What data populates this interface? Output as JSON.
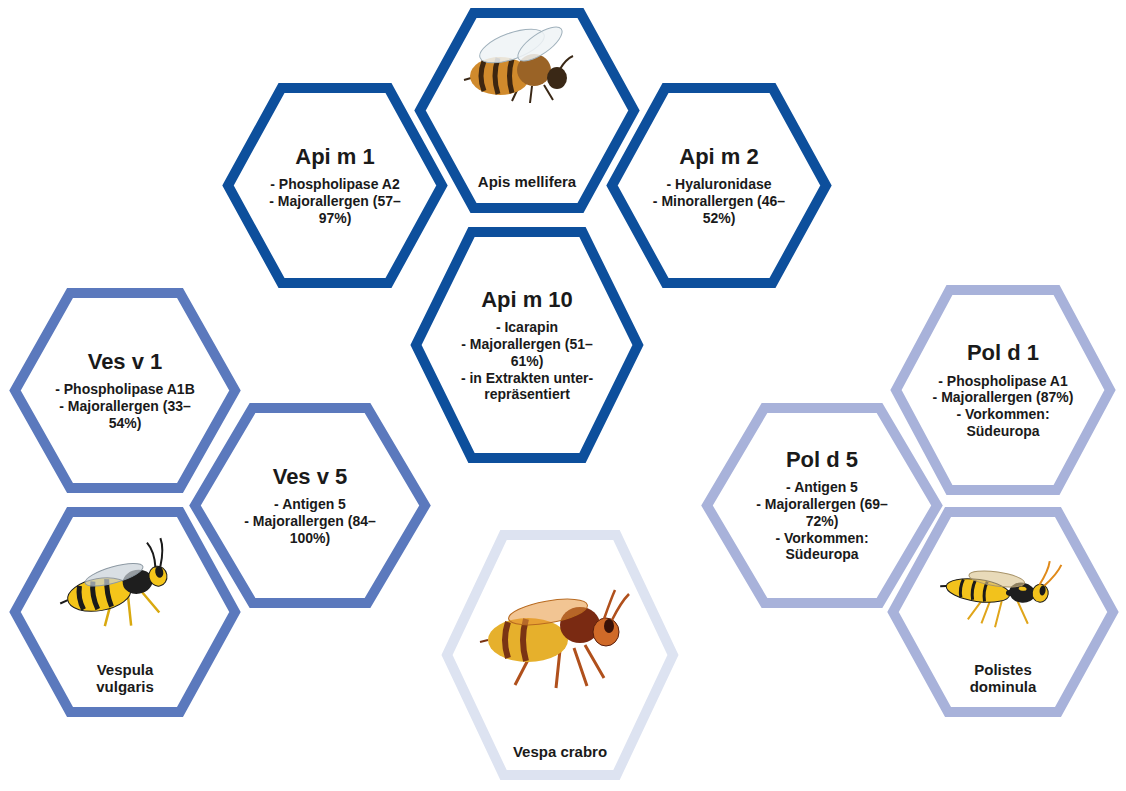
{
  "diagram": {
    "nodes": [
      {
        "text": [
          "Apis mellifera"
        ]
      },
      {
        "text": [
          "Api m 1",
          "- Phospholipase A2",
          "- Majorallergen (57–97%)"
        ]
      },
      {
        "text": [
          "Api m 2",
          "- Hyaluronidase",
          "- Minorallergen (46–52%)"
        ]
      },
      {
        "text": [
          "Api m 10",
          "- Icarapin",
          "- Majorallergen (51–61%)",
          "- in Extrakten unter-repräsentiert"
        ]
      },
      {
        "text": [
          "Ves v 1",
          "- Phospholipase A1B",
          "- Majorallergen (33–54%)"
        ]
      },
      {
        "text": [
          "Pol d 1",
          "- Phospholipase A1",
          "- Majorallergen (87%)",
          "- Vorkommen: Südeuropa"
        ]
      },
      {
        "text": [
          "Ves v 5",
          "- Antigen 5",
          "- Majorallergen (84–100%)"
        ]
      },
      {
        "text": [
          "Pol d 5",
          "- Antigen 5",
          "- Majorallergen (69–72%)",
          "- Vorkommen: Südeuropa"
        ]
      },
      {
        "text": [
          "Vespula vulgaris"
        ]
      },
      {
        "text": [
          "Polistes dominula"
        ]
      },
      {
        "text": [
          "Vespa crabro"
        ]
      }
    ]
  }
}
